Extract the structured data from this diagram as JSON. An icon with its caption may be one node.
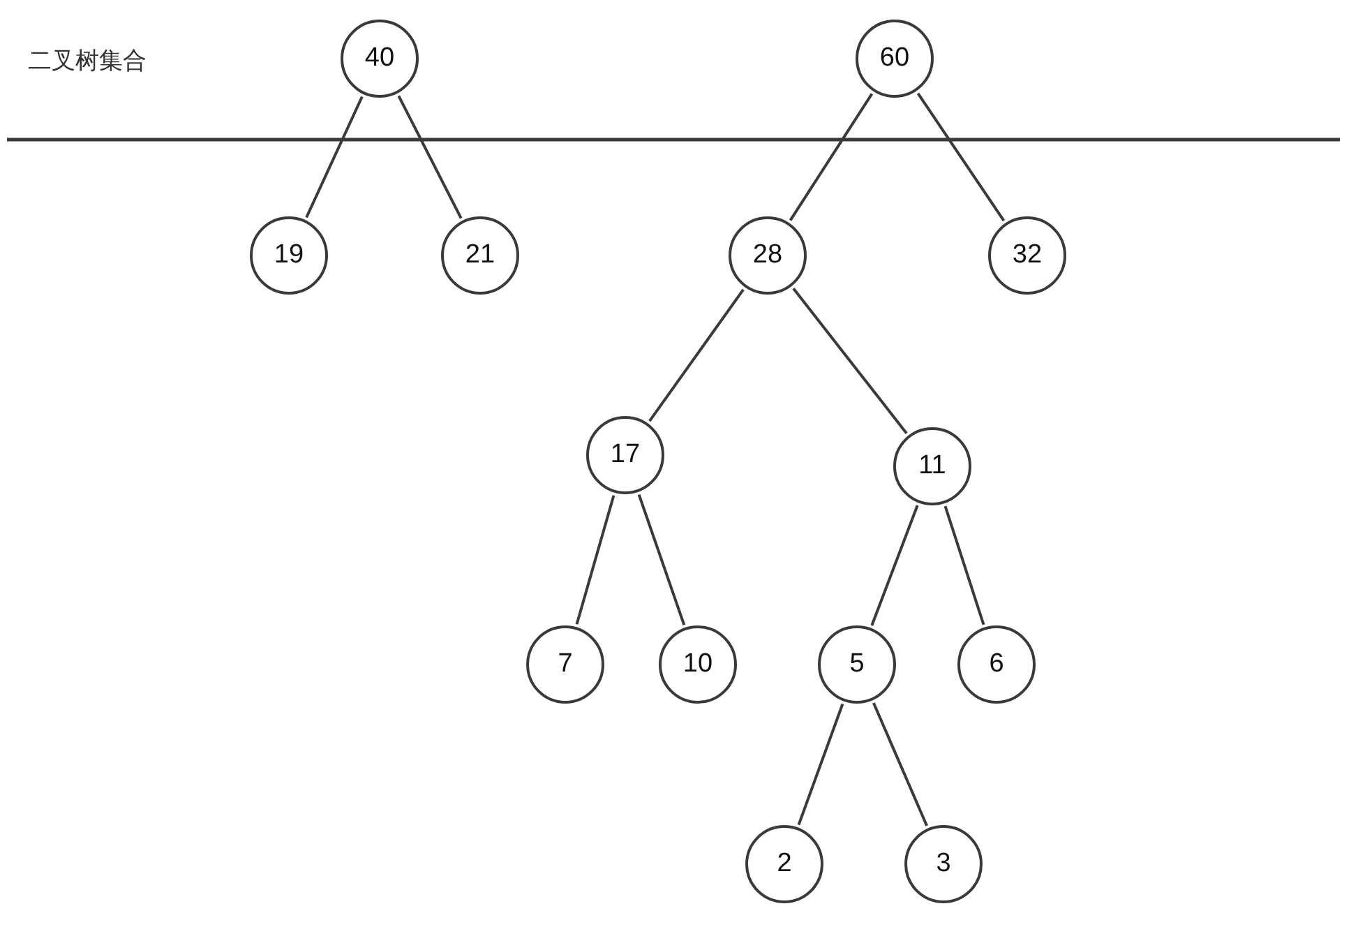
{
  "diagram": {
    "nodes": [
      {
        "text": [
          "40"
        ]
      },
      {
        "text": [
          "60"
        ]
      },
      {
        "text": [
          "19"
        ]
      },
      {
        "text": [
          "21"
        ]
      },
      {
        "text": [
          "28"
        ]
      },
      {
        "text": [
          "32"
        ]
      },
      {
        "text": [
          "17"
        ]
      },
      {
        "text": [
          "11"
        ]
      },
      {
        "text": [
          "7"
        ]
      },
      {
        "text": [
          "10"
        ]
      },
      {
        "text": [
          "5"
        ]
      },
      {
        "text": [
          "6"
        ]
      },
      {
        "text": [
          "2"
        ]
      },
      {
        "text": [
          "3"
        ]
      }
    ],
    "edges": [
      {
        "from": 0,
        "to": 2,
        "arrow": "none"
      },
      {
        "from": 0,
        "to": 3,
        "arrow": "none"
      },
      {
        "from": 1,
        "to": 4,
        "arrow": "none"
      },
      {
        "from": 1,
        "to": 5,
        "arrow": "none"
      },
      {
        "from": 4,
        "to": 6,
        "arrow": "none"
      },
      {
        "from": 4,
        "to": 7,
        "arrow": "none"
      },
      {
        "from": 6,
        "to": 8,
        "arrow": "none"
      },
      {
        "from": 6,
        "to": 9,
        "arrow": "none"
      },
      {
        "from": 7,
        "to": 10,
        "arrow": "none"
      },
      {
        "from": 7,
        "to": 11,
        "arrow": "none"
      },
      {
        "from": 10,
        "to": 12,
        "arrow": "none"
      },
      {
        "from": 10,
        "to": 13,
        "arrow": "none"
      }
    ],
    "labels": [
      "二叉树集合"
    ]
  }
}
